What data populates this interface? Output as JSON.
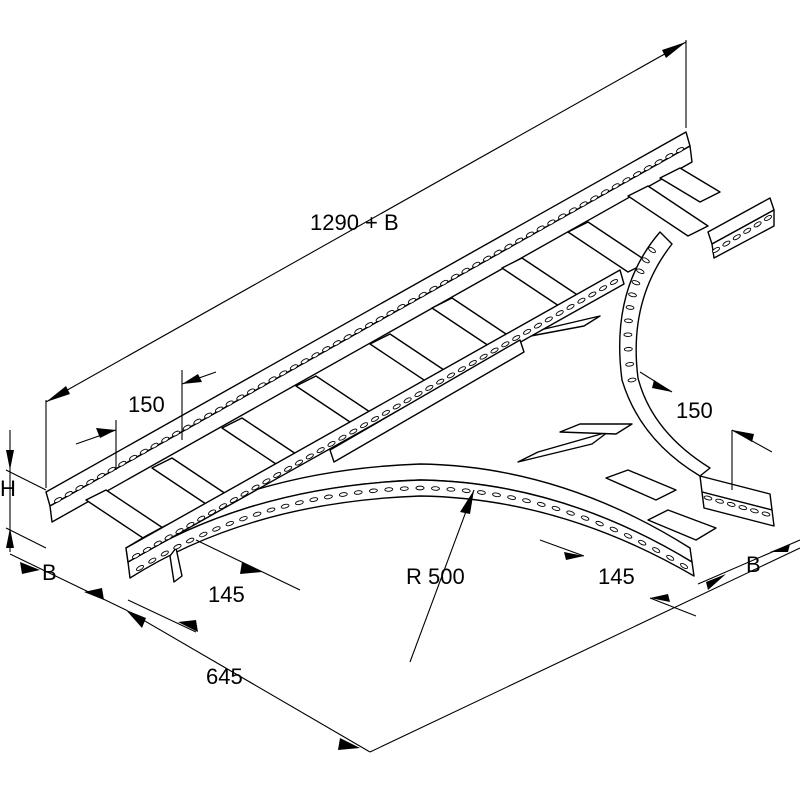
{
  "drawing": {
    "dimensions": {
      "overall_length": "1290 + B",
      "rung_spacing_left": "150",
      "rung_spacing_right": "150",
      "height": "H",
      "width_left": "B",
      "width_right": "B",
      "offset_left": "145",
      "offset_right": "145",
      "radius": "R 500",
      "branch_length": "645"
    },
    "colors": {
      "line": "#000000",
      "background": "#ffffff"
    }
  }
}
